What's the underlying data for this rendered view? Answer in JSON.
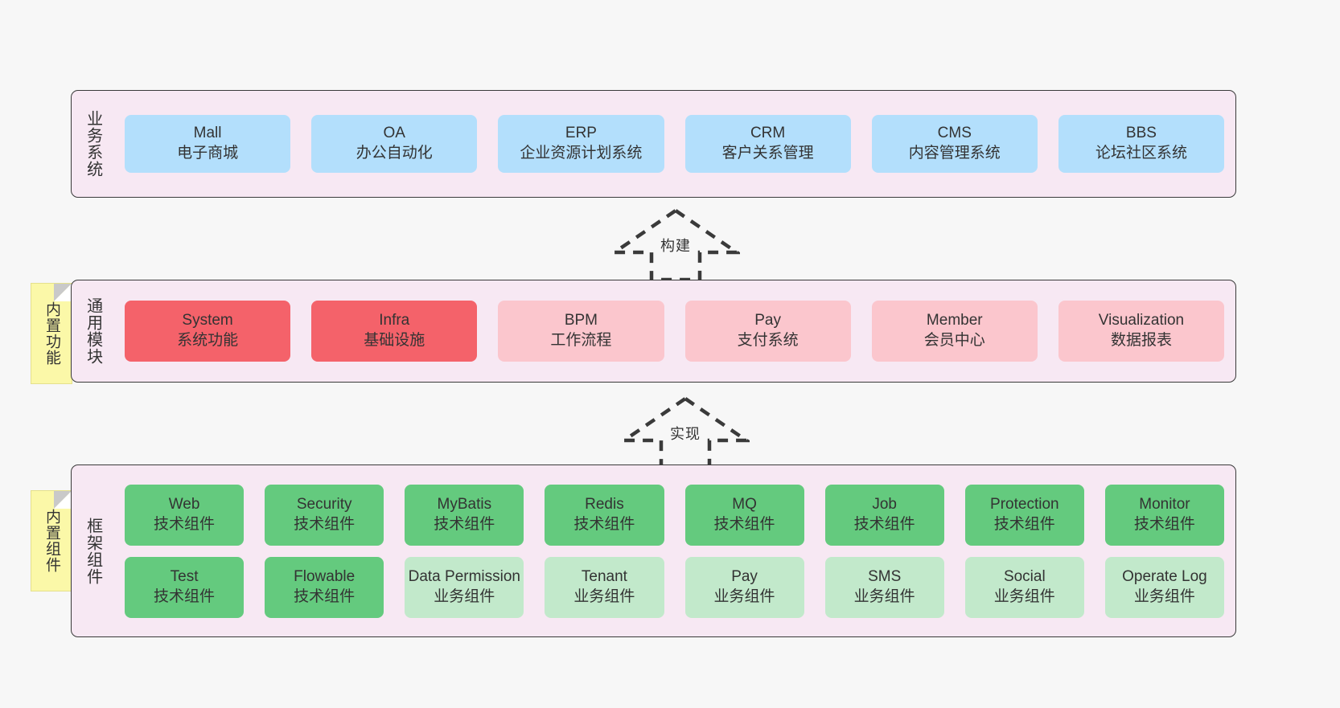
{
  "layers": [
    {
      "id": "business",
      "title": "业务系统",
      "rows": [
        {
          "cards": [
            {
              "en": "Mall",
              "cn": "电子商城",
              "style": "c-blue"
            },
            {
              "en": "OA",
              "cn": "办公自动化",
              "style": "c-blue"
            },
            {
              "en": "ERP",
              "cn": "企业资源计划系统",
              "style": "c-blue"
            },
            {
              "en": "CRM",
              "cn": "客户关系管理",
              "style": "c-blue"
            },
            {
              "en": "CMS",
              "cn": "内容管理系统",
              "style": "c-blue"
            },
            {
              "en": "BBS",
              "cn": "论坛社区系统",
              "style": "c-blue"
            }
          ]
        }
      ]
    },
    {
      "id": "common",
      "title": "通用模块",
      "rows": [
        {
          "cards": [
            {
              "en": "System",
              "cn": "系统功能",
              "style": "c-red"
            },
            {
              "en": "Infra",
              "cn": "基础设施",
              "style": "c-red"
            },
            {
              "en": "BPM",
              "cn": "工作流程",
              "style": "c-pink"
            },
            {
              "en": "Pay",
              "cn": "支付系统",
              "style": "c-pink"
            },
            {
              "en": "Member",
              "cn": "会员中心",
              "style": "c-pink"
            },
            {
              "en": "Visualization",
              "cn": "数据报表",
              "style": "c-pink"
            }
          ]
        }
      ]
    },
    {
      "id": "frame",
      "title": "框架组件",
      "rows": [
        {
          "cards": [
            {
              "en": "Web",
              "cn": "技术组件",
              "style": "c-green-dark"
            },
            {
              "en": "Security",
              "cn": "技术组件",
              "style": "c-green-dark"
            },
            {
              "en": "MyBatis",
              "cn": "技术组件",
              "style": "c-green-dark"
            },
            {
              "en": "Redis",
              "cn": "技术组件",
              "style": "c-green-dark"
            },
            {
              "en": "MQ",
              "cn": "技术组件",
              "style": "c-green-dark"
            },
            {
              "en": "Job",
              "cn": "技术组件",
              "style": "c-green-dark"
            },
            {
              "en": "Protection",
              "cn": "技术组件",
              "style": "c-green-dark"
            },
            {
              "en": "Monitor",
              "cn": "技术组件",
              "style": "c-green-dark"
            }
          ]
        },
        {
          "cards": [
            {
              "en": "Test",
              "cn": "技术组件",
              "style": "c-green-dark"
            },
            {
              "en": "Flowable",
              "cn": "技术组件",
              "style": "c-green-dark"
            },
            {
              "en": "Data Permission",
              "cn": "业务组件",
              "style": "c-green-light"
            },
            {
              "en": "Tenant",
              "cn": "业务组件",
              "style": "c-green-light"
            },
            {
              "en": "Pay",
              "cn": "业务组件",
              "style": "c-green-light"
            },
            {
              "en": "SMS",
              "cn": "业务组件",
              "style": "c-green-light"
            },
            {
              "en": "Social",
              "cn": "业务组件",
              "style": "c-green-light"
            },
            {
              "en": "Operate Log",
              "cn": "业务组件",
              "style": "c-green-light"
            }
          ]
        }
      ]
    }
  ],
  "notes": [
    {
      "id": "builtin-function",
      "text": "内置功能"
    },
    {
      "id": "builtin-component",
      "text": "内置组件"
    }
  ],
  "arrows": [
    {
      "id": "build",
      "label": "构建"
    },
    {
      "id": "realize",
      "label": "实现"
    }
  ],
  "colors": {
    "background": "#f7f7f7",
    "panel_fill": "#f7e8f3",
    "panel_border": "#3a3a3a",
    "business_card": "#b3dffc",
    "common_card_strong": "#f4626a",
    "common_card_soft": "#fbc6cd",
    "frame_card_tech": "#64ca7e",
    "frame_card_business": "#c2e9cb",
    "note_fill": "#fbf8a8",
    "text": "#333333"
  }
}
